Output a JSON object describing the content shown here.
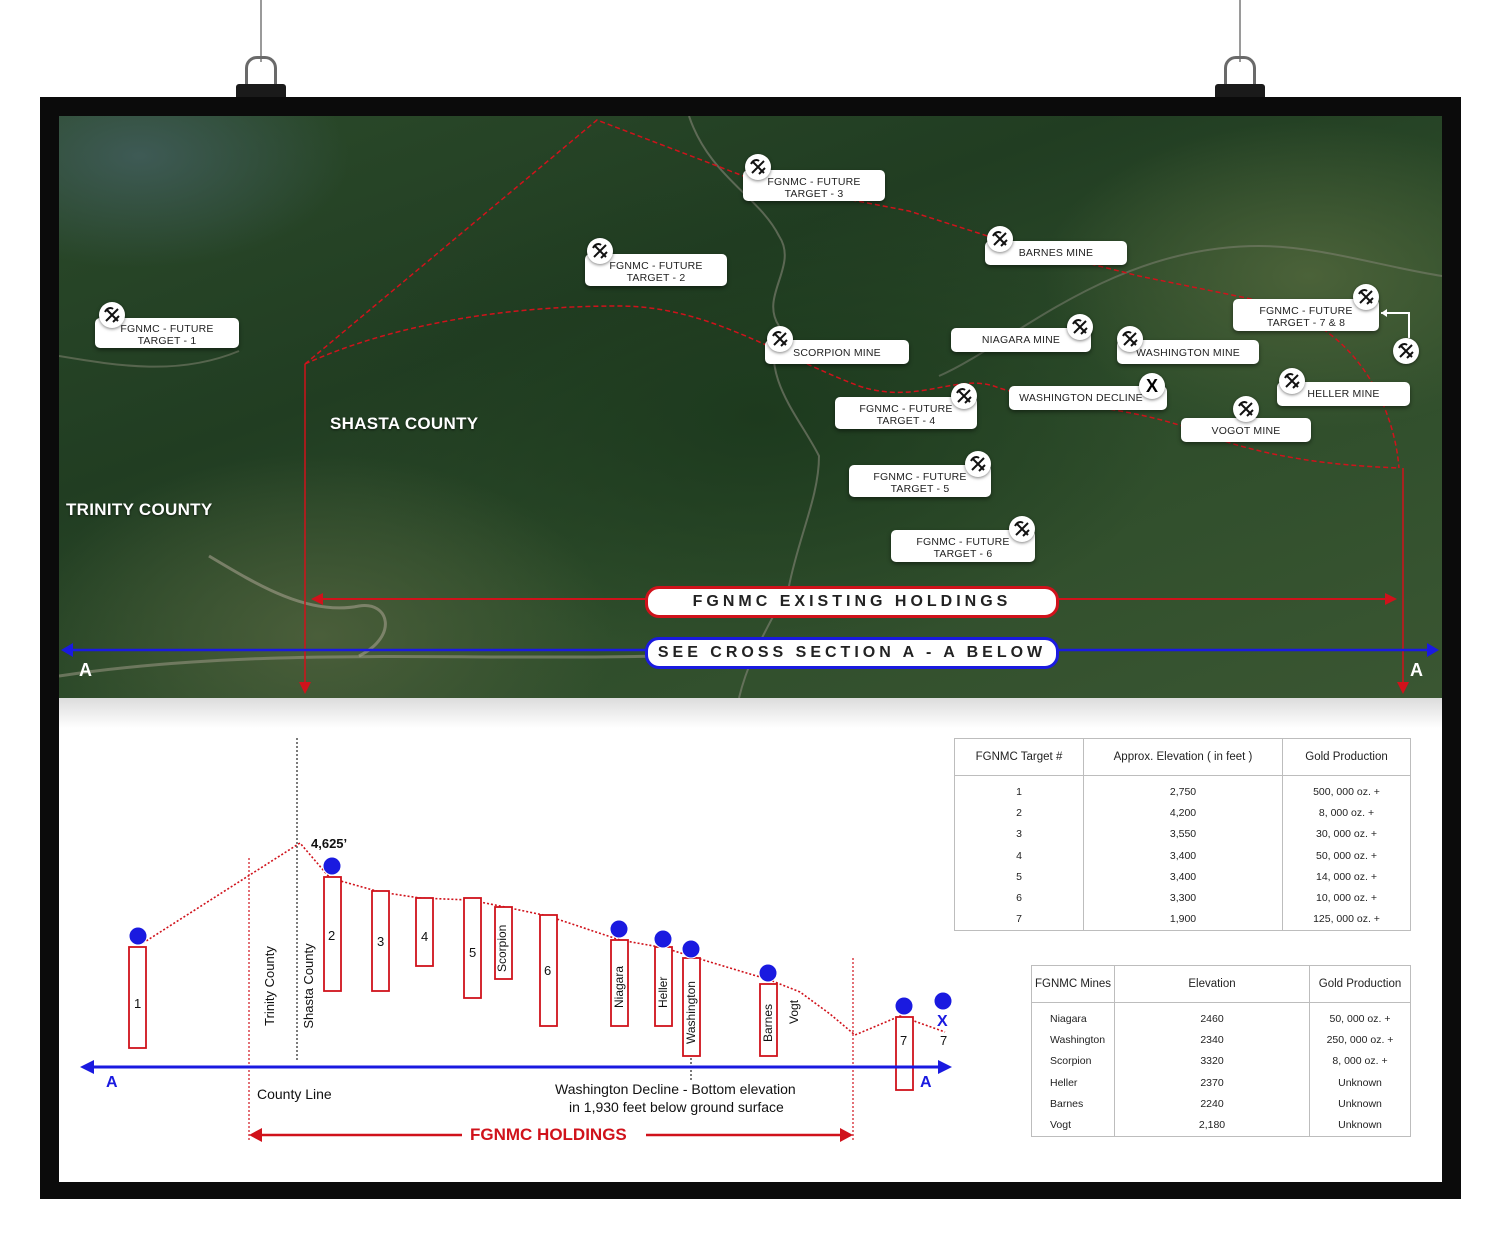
{
  "map": {
    "counties": {
      "trinity": "TRINITY COUNTY",
      "shasta": "SHASTA COUNTY"
    },
    "labels": {
      "target1": {
        "line1": "FGNMC - FUTURE",
        "line2": "TARGET - 1"
      },
      "target2": {
        "line1": "FGNMC - FUTURE",
        "line2": "TARGET - 2"
      },
      "target3": {
        "line1": "FGNMC - FUTURE",
        "line2": "TARGET - 3"
      },
      "target4": {
        "line1": "FGNMC - FUTURE",
        "line2": "TARGET - 4"
      },
      "target5": {
        "line1": "FGNMC - FUTURE",
        "line2": "TARGET - 5"
      },
      "target6": {
        "line1": "FGNMC - FUTURE",
        "line2": "TARGET - 6"
      },
      "target78": {
        "line1": "FGNMC - FUTURE",
        "line2": "TARGET - 7 & 8"
      },
      "barnes": "BARNES MINE",
      "scorpion": "SCORPION MINE",
      "niagara": "NIAGARA MINE",
      "washington": "WASHINGTON MINE",
      "decline": "WASHINGTON DECLINE",
      "heller": "HELLER MINE",
      "vogot": "VOGOT MINE"
    },
    "decline_marker": "X",
    "banner_holdings": "FGNMC EXISTING HOLDINGS",
    "banner_section": "SEE CROSS SECTION A - A BELOW",
    "section_left": "A",
    "section_right": "A",
    "colors": {
      "red": "#d0121b",
      "blue": "#1a1ae0"
    }
  },
  "cross_section": {
    "peak_elevation": "4,625’",
    "trinity_label": "Trinity County",
    "shasta_label": "Shasta County",
    "county_line": "County Line",
    "decline_line1": "Washington Decline - Bottom elevation",
    "decline_line2": "in 1,930 feet below ground surface",
    "holdings": "FGNMC HOLDINGS",
    "end_left": "A",
    "end_right": "A",
    "x_marker": "X",
    "x_number": "7",
    "columns": {
      "t1": "1",
      "t2": "2",
      "t3": "3",
      "t4": "4",
      "t5": "5",
      "t6": "6",
      "t7": "7",
      "scorpion": "Scorpion",
      "niagara": "Niagara",
      "heller": "Heller",
      "washington": "Washington",
      "barnes": "Barnes",
      "vogt": "Vogt"
    }
  },
  "targets_table": {
    "headers": [
      "FGNMC Target #",
      "Approx. Elevation ( in feet )",
      "Gold Production"
    ],
    "rows": [
      [
        "1",
        "2,750",
        "500, 000  oz. +"
      ],
      [
        "2",
        "4,200",
        "8, 000  oz. +"
      ],
      [
        "3",
        "3,550",
        "30, 000  oz. +"
      ],
      [
        "4",
        "3,400",
        "50, 000  oz. +"
      ],
      [
        "5",
        "3,400",
        "14, 000  oz. +"
      ],
      [
        "6",
        "3,300",
        "10, 000  oz. +"
      ],
      [
        "7",
        "1,900",
        "125, 000  oz. +"
      ]
    ]
  },
  "mines_table": {
    "headers": [
      "FGNMC Mines",
      "Elevation",
      "Gold Production"
    ],
    "rows": [
      [
        "Niagara",
        "2460",
        "50, 000  oz. +"
      ],
      [
        "Washington",
        "2340",
        "250, 000  oz. +"
      ],
      [
        "Scorpion",
        "3320",
        "8, 000  oz. +"
      ],
      [
        "Heller",
        "2370",
        "Unknown"
      ],
      [
        "Barnes",
        "2240",
        "Unknown"
      ],
      [
        "Vogt",
        "2,180",
        "Unknown"
      ]
    ]
  }
}
